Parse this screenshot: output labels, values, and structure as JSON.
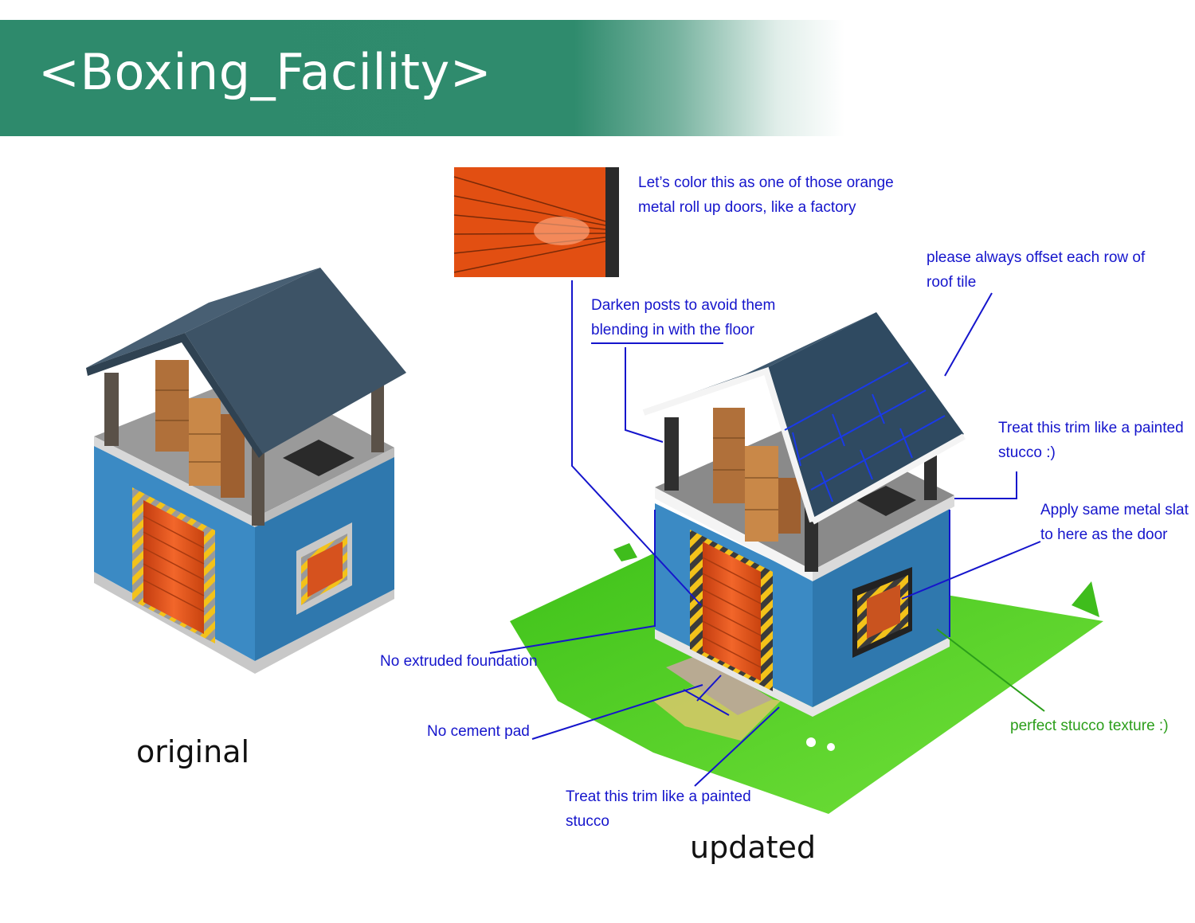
{
  "title": "<Boxing_Facility>",
  "captions": {
    "original": "original",
    "updated": "updated"
  },
  "notes": {
    "door_color": "Let’s color this as one of those orange\nmetal roll up doors, like a factory",
    "roof_tile": "please always offset each row of\nroof tile",
    "posts": "Darken posts to avoid them\nblending in with the floor",
    "trim_top": "Treat this trim like a painted\nstucco :)",
    "metal_slat": "Apply same metal slat\nto here as the door",
    "foundation": "No extruded foundation",
    "cement_pad": "No cement pad",
    "trim_bottom": "Treat this trim like a painted\nstucco",
    "stucco_texture": "perfect stucco texture :)"
  },
  "colors": {
    "banner": "#2e8a6c",
    "annotation": "#1515cc",
    "annotation_positive": "#2b9e1a",
    "wall": "#3b8ac4",
    "roof": "#3d5366",
    "door": "#e0521c",
    "grass": "#5ad21c"
  }
}
